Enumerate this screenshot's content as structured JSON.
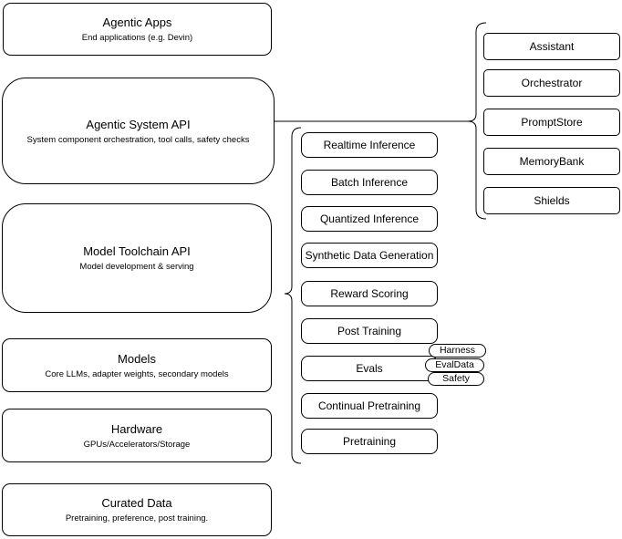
{
  "diagram": {
    "left_stack": [
      {
        "title": "Agentic Apps",
        "subtitle": "End applications (e.g. Devin)"
      },
      {
        "title": "Agentic System API",
        "subtitle": "System component orchestration, tool calls, safety checks"
      },
      {
        "title": "Model Toolchain API",
        "subtitle": "Model development & serving"
      },
      {
        "title": "Models",
        "subtitle": "Core LLMs, adapter weights, secondary models"
      },
      {
        "title": "Hardware",
        "subtitle": "GPUs/Accelerators/Storage"
      },
      {
        "title": "Curated Data",
        "subtitle": "Pretraining, preference, post training."
      }
    ],
    "toolchain_group": [
      "Realtime Inference",
      "Batch Inference",
      "Quantized Inference",
      "Synthetic Data Generation",
      "Reward Scoring",
      "Post Training",
      "Evals",
      "Continual Pretraining",
      "Pretraining"
    ],
    "evals_tags": [
      "Harness",
      "EvalData",
      "Safety"
    ],
    "system_group": [
      "Assistant",
      "Orchestrator",
      "PromptStore",
      "MemoryBank",
      "Shields"
    ],
    "colors": {
      "stroke": "#000000",
      "fill": "#ffffff",
      "background": "#ffffff"
    }
  }
}
